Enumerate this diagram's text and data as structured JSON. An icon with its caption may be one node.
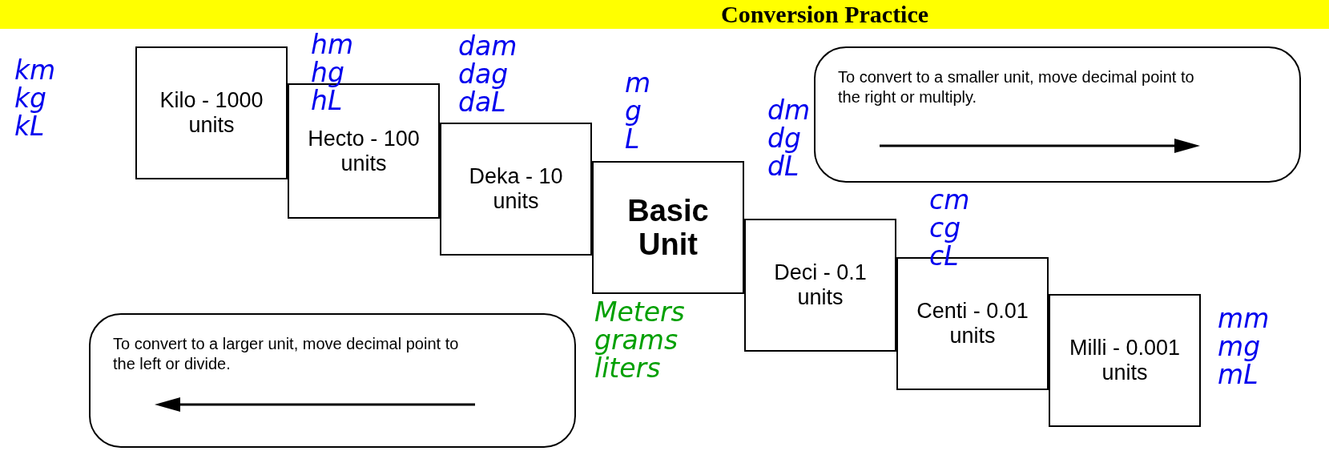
{
  "diagram": {
    "title": "Conversion Practice",
    "nodes": [
      {
        "text": [
          "Kilo - 1000 units"
        ]
      },
      {
        "text": [
          "Hecto - 100 units"
        ]
      },
      {
        "text": [
          "Deka - 10 units"
        ]
      },
      {
        "text": [
          "Basic Unit"
        ]
      },
      {
        "text": [
          "Deci - 0.1 units"
        ]
      },
      {
        "text": [
          "Centi - 0.01 units"
        ]
      },
      {
        "text": [
          "Milli - 0.001 units"
        ]
      },
      {
        "text": [
          "To convert to a smaller unit, move decimal point to the right or multiply."
        ]
      },
      {
        "text": [
          "To convert to a larger unit, move decimal point to the left or divide."
        ]
      }
    ],
    "edges": [],
    "labels": [
      "km kg kL",
      "hm hg hL",
      "dam dag daL",
      "m g L",
      "dm dg dL",
      "cm cg cL",
      "Meters grams liters",
      "mm mg mL"
    ]
  }
}
